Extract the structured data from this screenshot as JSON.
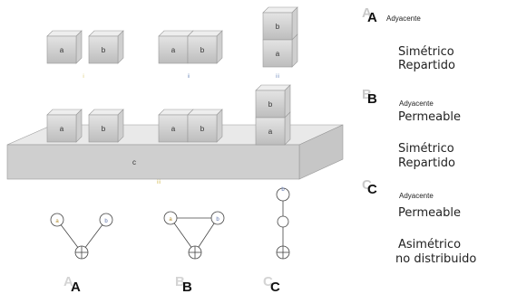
{
  "diagram": {
    "blocks": {
      "row1": [
        "a",
        "b",
        "a",
        "b",
        "b",
        "a"
      ],
      "row2": [
        "a",
        "b",
        "a",
        "b",
        "b",
        "a"
      ],
      "base": "c"
    },
    "roman": [
      "i",
      "ii",
      "iii",
      "iii"
    ],
    "graphs": [
      {
        "letter": "A",
        "nodes": [
          "a",
          "b"
        ]
      },
      {
        "letter": "B",
        "nodes": [
          "a",
          "b"
        ]
      },
      {
        "letter": "C",
        "nodes": [
          "b"
        ]
      }
    ]
  },
  "legend": {
    "A": {
      "letter": "A",
      "line1": "Adyacente",
      "line2": "Simétrico",
      "line3": "Repartido"
    },
    "B": {
      "letter": "B",
      "line1": "Adyacente",
      "line2": "Permeable",
      "line3": "Simétrico",
      "line4": "Repartido"
    },
    "C": {
      "letter": "C",
      "line1": "Adyacente",
      "line2": "Permeable",
      "line3": "Asimétrico",
      "line4": "no distribuido"
    }
  }
}
